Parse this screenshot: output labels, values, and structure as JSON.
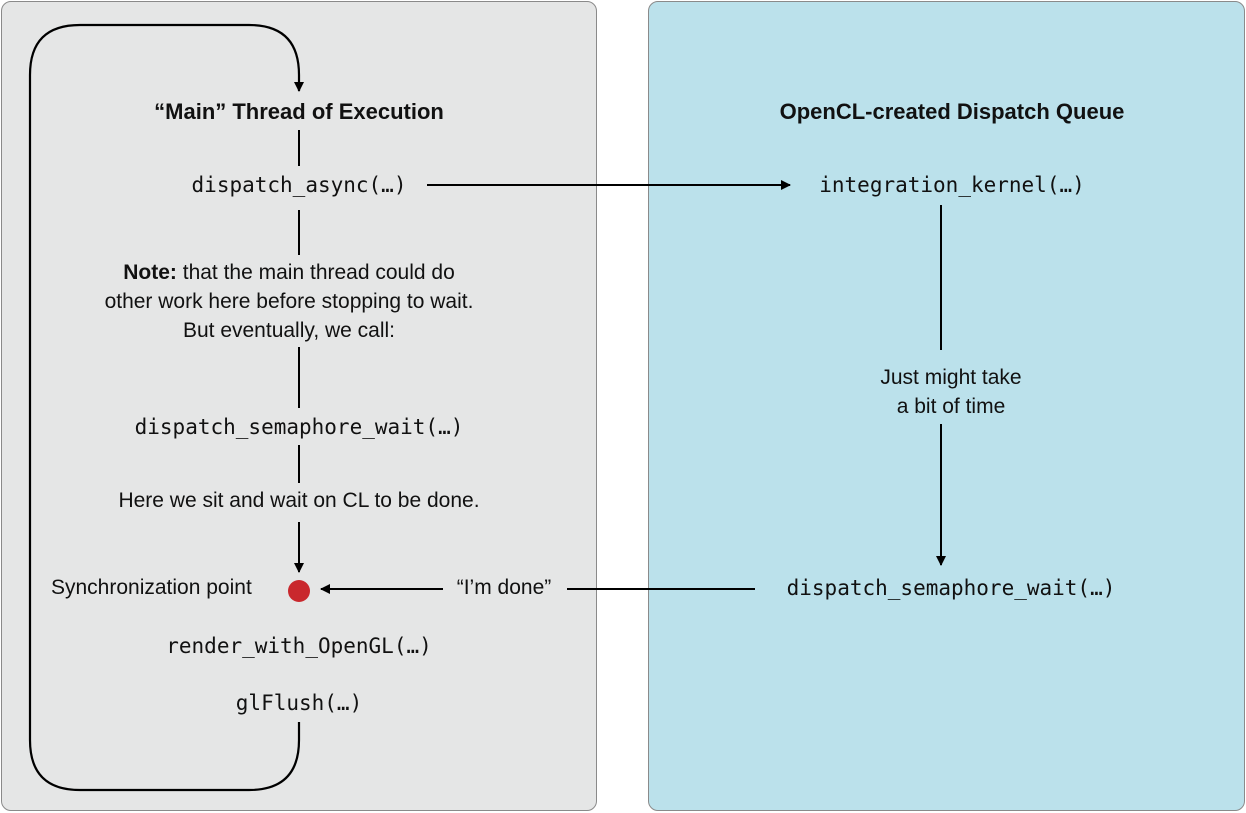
{
  "main_thread": {
    "title": "“Main” Thread of Execution",
    "dispatch_async": "dispatch_async(…)",
    "note_bold": "Note:",
    "note_line1": " that the main thread could do",
    "note_line2": "other work here before stopping to wait.",
    "note_line3": "But eventually, we call:",
    "semaphore_wait": "dispatch_semaphore_wait(…)",
    "wait_text": "Here we sit and wait on CL to be done.",
    "sync_point": "Synchronization point",
    "render": "render_with_OpenGL(…)",
    "flush": "glFlush(…)"
  },
  "dispatch_queue": {
    "title": "OpenCL-created Dispatch Queue",
    "kernel": "integration_kernel(…)",
    "time_line1": "Just might take",
    "time_line2": "a bit of time",
    "semaphore_wait": "dispatch_semaphore_wait(…)"
  },
  "done_message": "“I’m done”",
  "colors": {
    "left_panel": "#e5e6e6",
    "right_panel": "#bbe1eb",
    "sync_dot": "#c9282d"
  }
}
